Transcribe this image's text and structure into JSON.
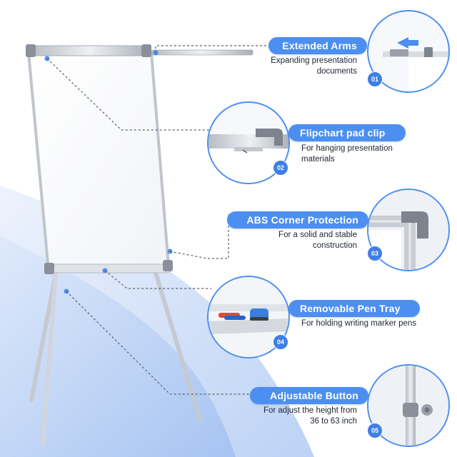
{
  "features": [
    {
      "title": "Extended Arms",
      "description_lines": [
        "Expanding presentation",
        "documents"
      ],
      "badge": "01",
      "icon": "arrow-left-icon"
    },
    {
      "title": "Flipchart pad clip",
      "description_lines": [
        "For hanging presentation",
        "materials"
      ],
      "badge": "02",
      "icon": "clip-icon"
    },
    {
      "title": "ABS Corner Protection",
      "description_lines": [
        "For a solid and stable",
        "construction"
      ],
      "badge": "03",
      "icon": "corner-icon"
    },
    {
      "title": "Removable Pen Tray",
      "description_lines": [
        "For holding writing marker pens"
      ],
      "badge": "04",
      "icon": "pen-tray-icon"
    },
    {
      "title": "Adjustable Button",
      "description_lines": [
        "For adjust the height from",
        "36 to 63 inch"
      ],
      "badge": "05",
      "icon": "adjust-button-icon"
    }
  ],
  "colors": {
    "accent": "#4d8ff0",
    "badge": "#3f7fe6",
    "frame": "#c9ced6",
    "background_wave": "#dce8fb"
  }
}
